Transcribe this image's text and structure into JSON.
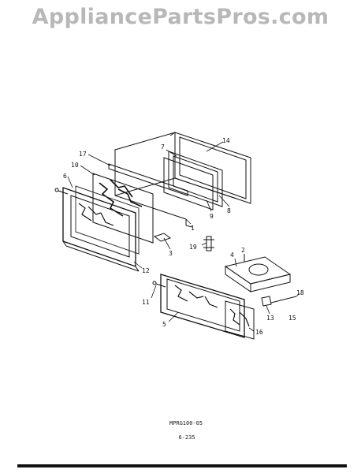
{
  "watermark": "AppliancePartsPros.com",
  "callouts": [
    {
      "id": "c14",
      "text": "14"
    },
    {
      "id": "c7",
      "text": "7"
    },
    {
      "id": "c17",
      "text": "17"
    },
    {
      "id": "c10",
      "text": "10"
    },
    {
      "id": "c6",
      "text": "6"
    },
    {
      "id": "c9",
      "text": "9"
    },
    {
      "id": "c8",
      "text": "8"
    },
    {
      "id": "c1",
      "text": "1"
    },
    {
      "id": "c3",
      "text": "3"
    },
    {
      "id": "c19",
      "text": "19"
    },
    {
      "id": "c12",
      "text": "12"
    },
    {
      "id": "c4",
      "text": "4"
    },
    {
      "id": "c2",
      "text": "2"
    },
    {
      "id": "c11",
      "text": "11"
    },
    {
      "id": "c5",
      "text": "5"
    },
    {
      "id": "c18",
      "text": "18"
    },
    {
      "id": "c13",
      "text": "13"
    },
    {
      "id": "c15",
      "text": "15"
    },
    {
      "id": "c16",
      "text": "16"
    }
  ],
  "model_number": "MPRG100-05",
  "page_number": "6-235",
  "colors": {
    "ink": "#111111",
    "watermark": "#b8b8b8"
  }
}
